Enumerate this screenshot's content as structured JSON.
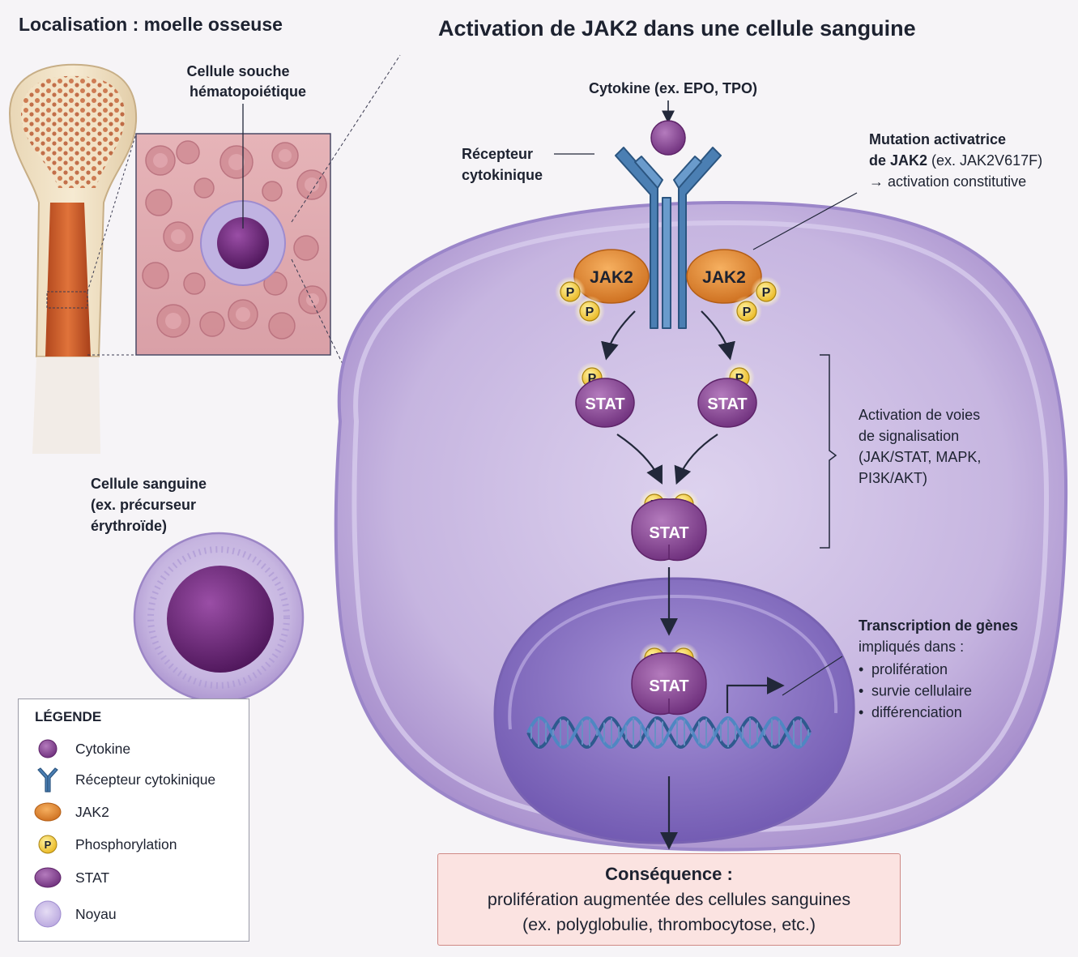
{
  "left_title": "Localisation : moelle osseuse",
  "main_title": "Activation de JAK2 dans une cellule sanguine",
  "labels": {
    "hsc_line1": "Cellule souche",
    "hsc_line2": "hématopoiétique",
    "blood_cell_line1": "Cellule sanguine",
    "blood_cell_line2": "(ex. précurseur",
    "blood_cell_line3": "érythroïde)",
    "cytokine": "Cytokine (ex. EPO, TPO)",
    "receptor_line1": "Récepteur",
    "receptor_line2": "cytokinique",
    "mutation_line1": "Mutation activatrice",
    "mutation_line2_bold": "de JAK2",
    "mutation_line2_rest": " (ex. JAK2V617F)",
    "mutation_line3": "→ activation constitutive",
    "pathways_line1": "Activation de voies",
    "pathways_line2": "de signalisation",
    "pathways_line3": "(JAK/STAT, MAPK,",
    "pathways_line4": "PI3K/AKT)",
    "transcription_line1": "Transcription de gènes",
    "transcription_line2": "impliqués dans :",
    "transcription_items": [
      "prolifération",
      "survie cellulaire",
      "différenciation"
    ],
    "bullet": "•",
    "jak2": "JAK2",
    "stat": "STAT",
    "p": "P"
  },
  "legend": {
    "title": "LÉGENDE",
    "items": [
      {
        "icon": "cytokine-icon",
        "label": "Cytokine"
      },
      {
        "icon": "receptor-icon",
        "label": "Récepteur cytokinique"
      },
      {
        "icon": "jak2-icon",
        "label": "JAK2"
      },
      {
        "icon": "phosphorylation-icon",
        "label": "Phosphorylation"
      },
      {
        "icon": "stat-icon",
        "label": "STAT"
      },
      {
        "icon": "nucleus-icon",
        "label": "Noyau"
      }
    ]
  },
  "consequence": {
    "title": "Conséquence :",
    "line1": "prolifération augmentée des cellules sanguines",
    "line2": "(ex. polyglobulie, thrombocytose, etc.)"
  },
  "colors": {
    "receptor": "#3c6f9f",
    "jak2": "#e08a32",
    "stat": "#8c4d94",
    "phospho": "#f4cf36",
    "cell": "#c5b4e0",
    "nucleus": "#8f7ac8",
    "consequence_bg": "#fbe3e1"
  }
}
